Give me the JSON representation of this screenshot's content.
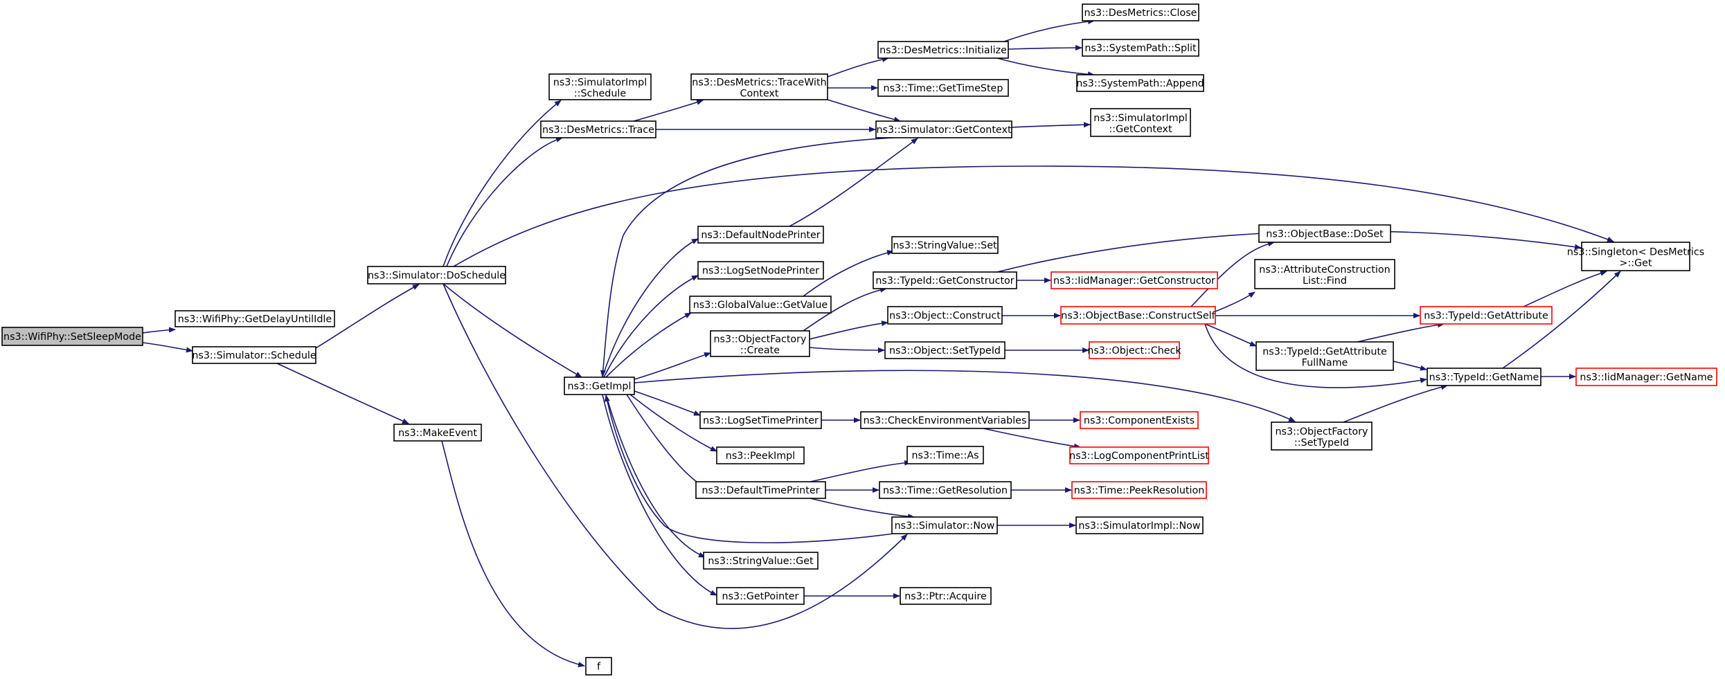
{
  "graph_type": "call graph",
  "colors": {
    "edge": "#191970",
    "node_border": "#000000",
    "truncated_node_border": "#ff0000",
    "root_fill": "#bfbfbf",
    "node_fill": "#ffffff"
  },
  "nodes": [
    {
      "id": "n0",
      "lines": [
        "ns3::WifiPhy::SetSleepMode"
      ],
      "root": true
    },
    {
      "id": "n1",
      "lines": [
        "ns3::WifiPhy::GetDelayUntilIdle"
      ]
    },
    {
      "id": "n2",
      "lines": [
        "ns3::Simulator::Schedule"
      ]
    },
    {
      "id": "n3",
      "lines": [
        "ns3::Simulator::DoSchedule"
      ]
    },
    {
      "id": "n4",
      "lines": [
        "ns3::MakeEvent"
      ]
    },
    {
      "id": "n5",
      "lines": [
        "f"
      ]
    },
    {
      "id": "n6",
      "lines": [
        "ns3::SimulatorImpl",
        "::Schedule"
      ]
    },
    {
      "id": "n7",
      "lines": [
        "ns3::DesMetrics::Trace"
      ]
    },
    {
      "id": "n8",
      "lines": [
        "ns3::GetImpl"
      ]
    },
    {
      "id": "n9",
      "lines": [
        "ns3::DesMetrics::TraceWith",
        "Context"
      ]
    },
    {
      "id": "n10",
      "lines": [
        "ns3::Simulator::GetContext"
      ]
    },
    {
      "id": "n11",
      "lines": [
        "ns3::DesMetrics::Initialize"
      ]
    },
    {
      "id": "n12",
      "lines": [
        "ns3::Time::GetTimeStep"
      ]
    },
    {
      "id": "n13",
      "lines": [
        "ns3::DesMetrics::Close"
      ]
    },
    {
      "id": "n14",
      "lines": [
        "ns3::SystemPath::Split"
      ]
    },
    {
      "id": "n15",
      "lines": [
        "ns3::SystemPath::Append"
      ]
    },
    {
      "id": "n16",
      "lines": [
        "ns3::SimulatorImpl",
        "::GetContext"
      ]
    },
    {
      "id": "n17",
      "lines": [
        "ns3::Singleton< DesMetrics",
        ">::Get"
      ]
    },
    {
      "id": "n18",
      "lines": [
        "ns3::DefaultNodePrinter"
      ]
    },
    {
      "id": "n19",
      "lines": [
        "ns3::LogSetNodePrinter"
      ]
    },
    {
      "id": "n20",
      "lines": [
        "ns3::GlobalValue::GetValue"
      ]
    },
    {
      "id": "n21",
      "lines": [
        "ns3::ObjectFactory",
        "::Create"
      ]
    },
    {
      "id": "n22",
      "lines": [
        "ns3::LogSetTimePrinter"
      ]
    },
    {
      "id": "n23",
      "lines": [
        "ns3::PeekImpl"
      ]
    },
    {
      "id": "n24",
      "lines": [
        "ns3::DefaultTimePrinter"
      ]
    },
    {
      "id": "n25",
      "lines": [
        "ns3::StringValue::Get"
      ]
    },
    {
      "id": "n26",
      "lines": [
        "ns3::GetPointer"
      ]
    },
    {
      "id": "n27",
      "lines": [
        "ns3::StringValue::Set"
      ]
    },
    {
      "id": "n28",
      "lines": [
        "ns3::TypeId::GetConstructor"
      ]
    },
    {
      "id": "n29",
      "lines": [
        "ns3::IidManager::GetConstructor"
      ],
      "truncated": true
    },
    {
      "id": "n30",
      "lines": [
        "ns3::Object::Construct"
      ]
    },
    {
      "id": "n31",
      "lines": [
        "ns3::Object::SetTypeId"
      ]
    },
    {
      "id": "n32",
      "lines": [
        "ns3::Object::Check"
      ],
      "truncated": true
    },
    {
      "id": "n33",
      "lines": [
        "ns3::ObjectBase::ConstructSelf"
      ],
      "truncated": true
    },
    {
      "id": "n34",
      "lines": [
        "ns3::ObjectBase::DoSet"
      ]
    },
    {
      "id": "n35",
      "lines": [
        "ns3::AttributeConstruction",
        "List::Find"
      ]
    },
    {
      "id": "n36",
      "lines": [
        "ns3::TypeId::GetAttribute"
      ],
      "truncated": true
    },
    {
      "id": "n37",
      "lines": [
        "ns3::TypeId::GetAttribute",
        "FullName"
      ]
    },
    {
      "id": "n38",
      "lines": [
        "ns3::TypeId::GetName"
      ]
    },
    {
      "id": "n39",
      "lines": [
        "ns3::IidManager::GetName"
      ],
      "truncated": true
    },
    {
      "id": "n40",
      "lines": [
        "ns3::ObjectFactory",
        "::SetTypeId"
      ]
    },
    {
      "id": "n41",
      "lines": [
        "ns3::CheckEnvironmentVariables"
      ]
    },
    {
      "id": "n42",
      "lines": [
        "ns3::ComponentExists"
      ],
      "truncated": true
    },
    {
      "id": "n43",
      "lines": [
        "ns3::LogComponentPrintList"
      ],
      "truncated": true
    },
    {
      "id": "n44",
      "lines": [
        "ns3::Time::As"
      ]
    },
    {
      "id": "n45",
      "lines": [
        "ns3::Time::GetResolution"
      ]
    },
    {
      "id": "n46",
      "lines": [
        "ns3::Time::PeekResolution"
      ],
      "truncated": true
    },
    {
      "id": "n47",
      "lines": [
        "ns3::Simulator::Now"
      ]
    },
    {
      "id": "n48",
      "lines": [
        "ns3::SimulatorImpl::Now"
      ]
    },
    {
      "id": "n49",
      "lines": [
        "ns3::Ptr::Acquire"
      ]
    }
  ]
}
